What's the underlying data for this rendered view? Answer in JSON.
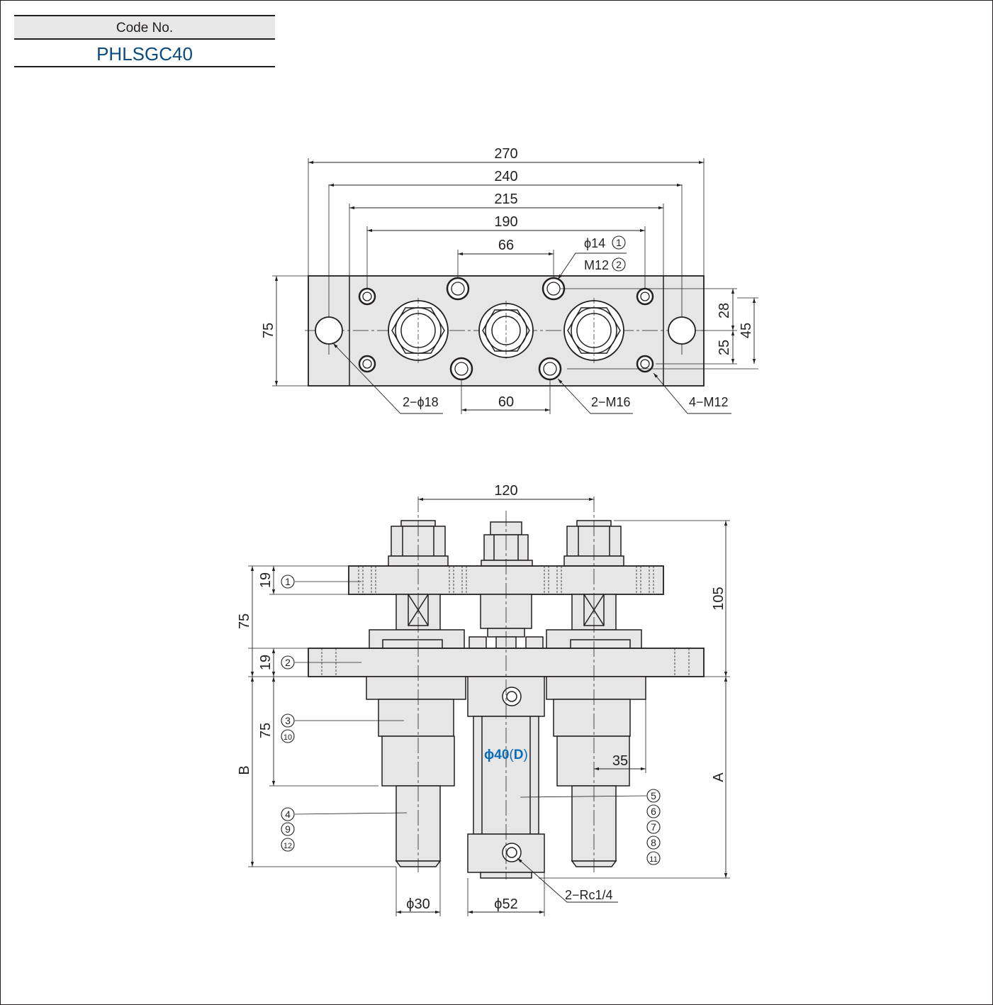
{
  "header": {
    "code_label": "Code No.",
    "code_value": "PHLSGC40"
  },
  "top_view": {
    "dims": {
      "d270": "270",
      "d240": "240",
      "d215": "215",
      "d190": "190",
      "d66": "66",
      "d60": "60",
      "d75": "75",
      "d28": "28",
      "d45": "45",
      "d25": "25"
    },
    "callouts": {
      "phi14": "ϕ14",
      "m12": "M12",
      "phi18": "2−ϕ18",
      "m16": "2−M16",
      "m12x4": "4−M12"
    },
    "circled": {
      "c1": "1",
      "c2": "2"
    }
  },
  "front_view": {
    "dims": {
      "d120": "120",
      "d105": "105",
      "d75_top": "75",
      "d19_a": "19",
      "d19_b": "19",
      "d75_mid": "75",
      "d35": "35",
      "dB": "B",
      "dA": "A",
      "dphi30": "ϕ30",
      "dphi52": "ϕ52",
      "rc": "2−Rc1/4"
    },
    "bore": {
      "phi": "ϕ",
      "value": "40",
      "paren_open": "(",
      "d": "D",
      "paren_close": ")"
    },
    "circled": {
      "n1": "1",
      "n2": "2",
      "n3": "3",
      "n10": "10",
      "n4": "4",
      "n9": "9",
      "n12": "12",
      "n5": "5",
      "n6": "6",
      "n7": "7",
      "n8": "8",
      "n11": "11"
    }
  },
  "colors": {
    "line": "#231f20",
    "fill": "#e6e6e6",
    "accent_blue": "#0b6cb8",
    "code_blue": "#0b4a7d"
  }
}
